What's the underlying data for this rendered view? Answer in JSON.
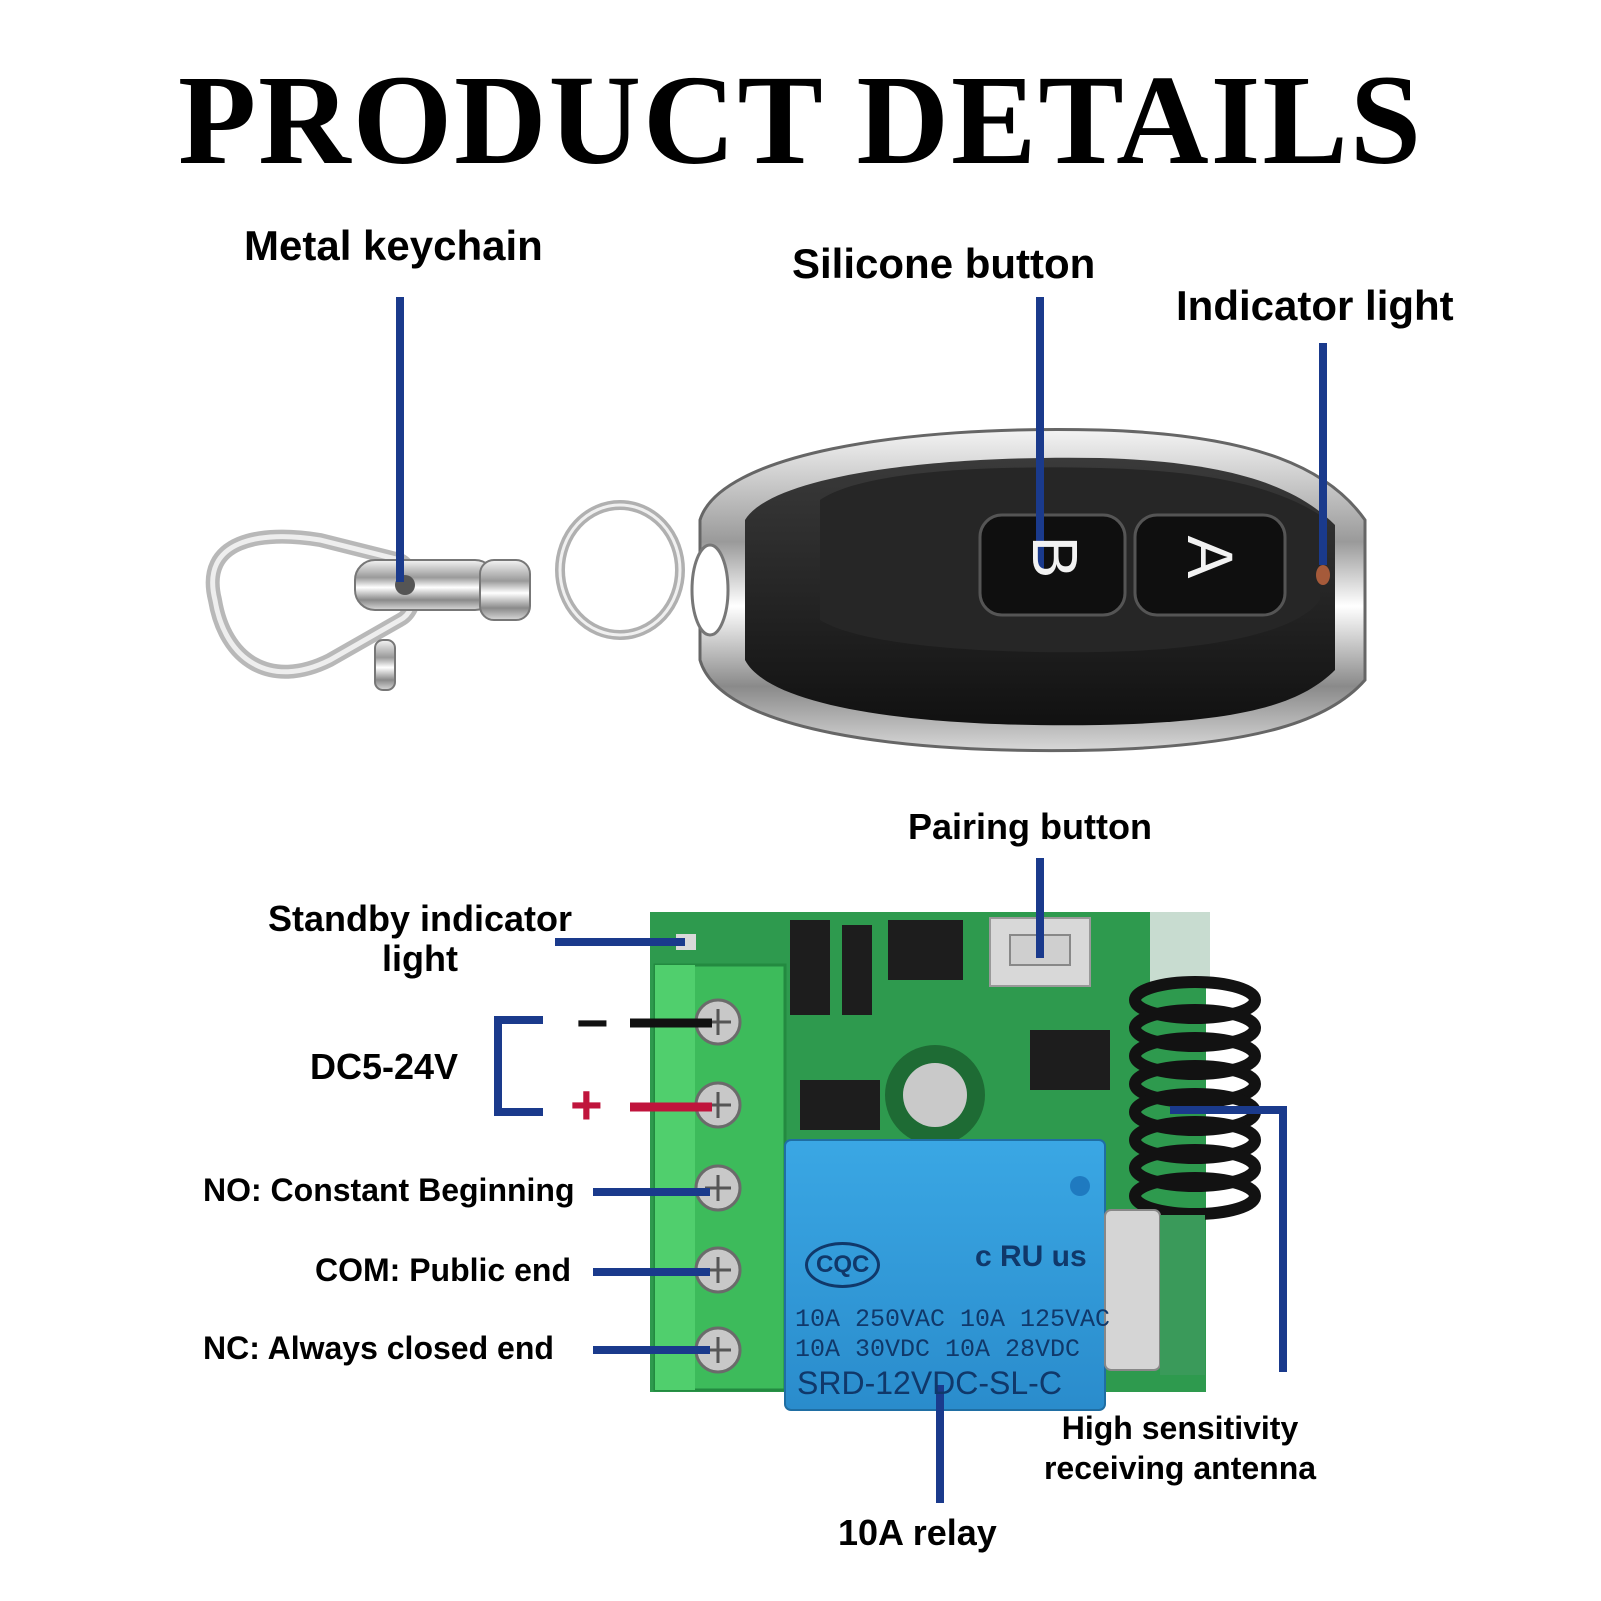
{
  "title": "PRODUCT DETAILS",
  "remote": {
    "labels": {
      "keychain": "Metal keychain",
      "silicone_button": "Silicone button",
      "indicator": "Indicator light"
    },
    "button_b": "B",
    "button_a": "A"
  },
  "receiver": {
    "labels": {
      "pairing": "Pairing button",
      "standby_line1": "Standby indicator",
      "standby_line2": "light",
      "power": "DC5-24V",
      "no": "NO: Constant Beginning",
      "com": "COM: Public end",
      "nc": "NC: Always closed end",
      "antenna_line1": "High sensitivity",
      "antenna_line2": "receiving antenna",
      "relay": "10A relay"
    },
    "polarity_minus": "−",
    "polarity_plus": "+",
    "relay_print": {
      "cqc": "CQC",
      "ul": "c RU us",
      "line1": "10A 250VAC  10A 125VAC",
      "line2": "10A  30VDC  10A  28VDC",
      "model": "SRD-12VDC-SL-C"
    }
  },
  "colors": {
    "callout_line": "#1a3a8c",
    "pcb_green": "#2e9a4e",
    "terminal_green": "#3dbb5b",
    "relay_blue": "#2f9ad8",
    "plus_red": "#c0143c"
  }
}
